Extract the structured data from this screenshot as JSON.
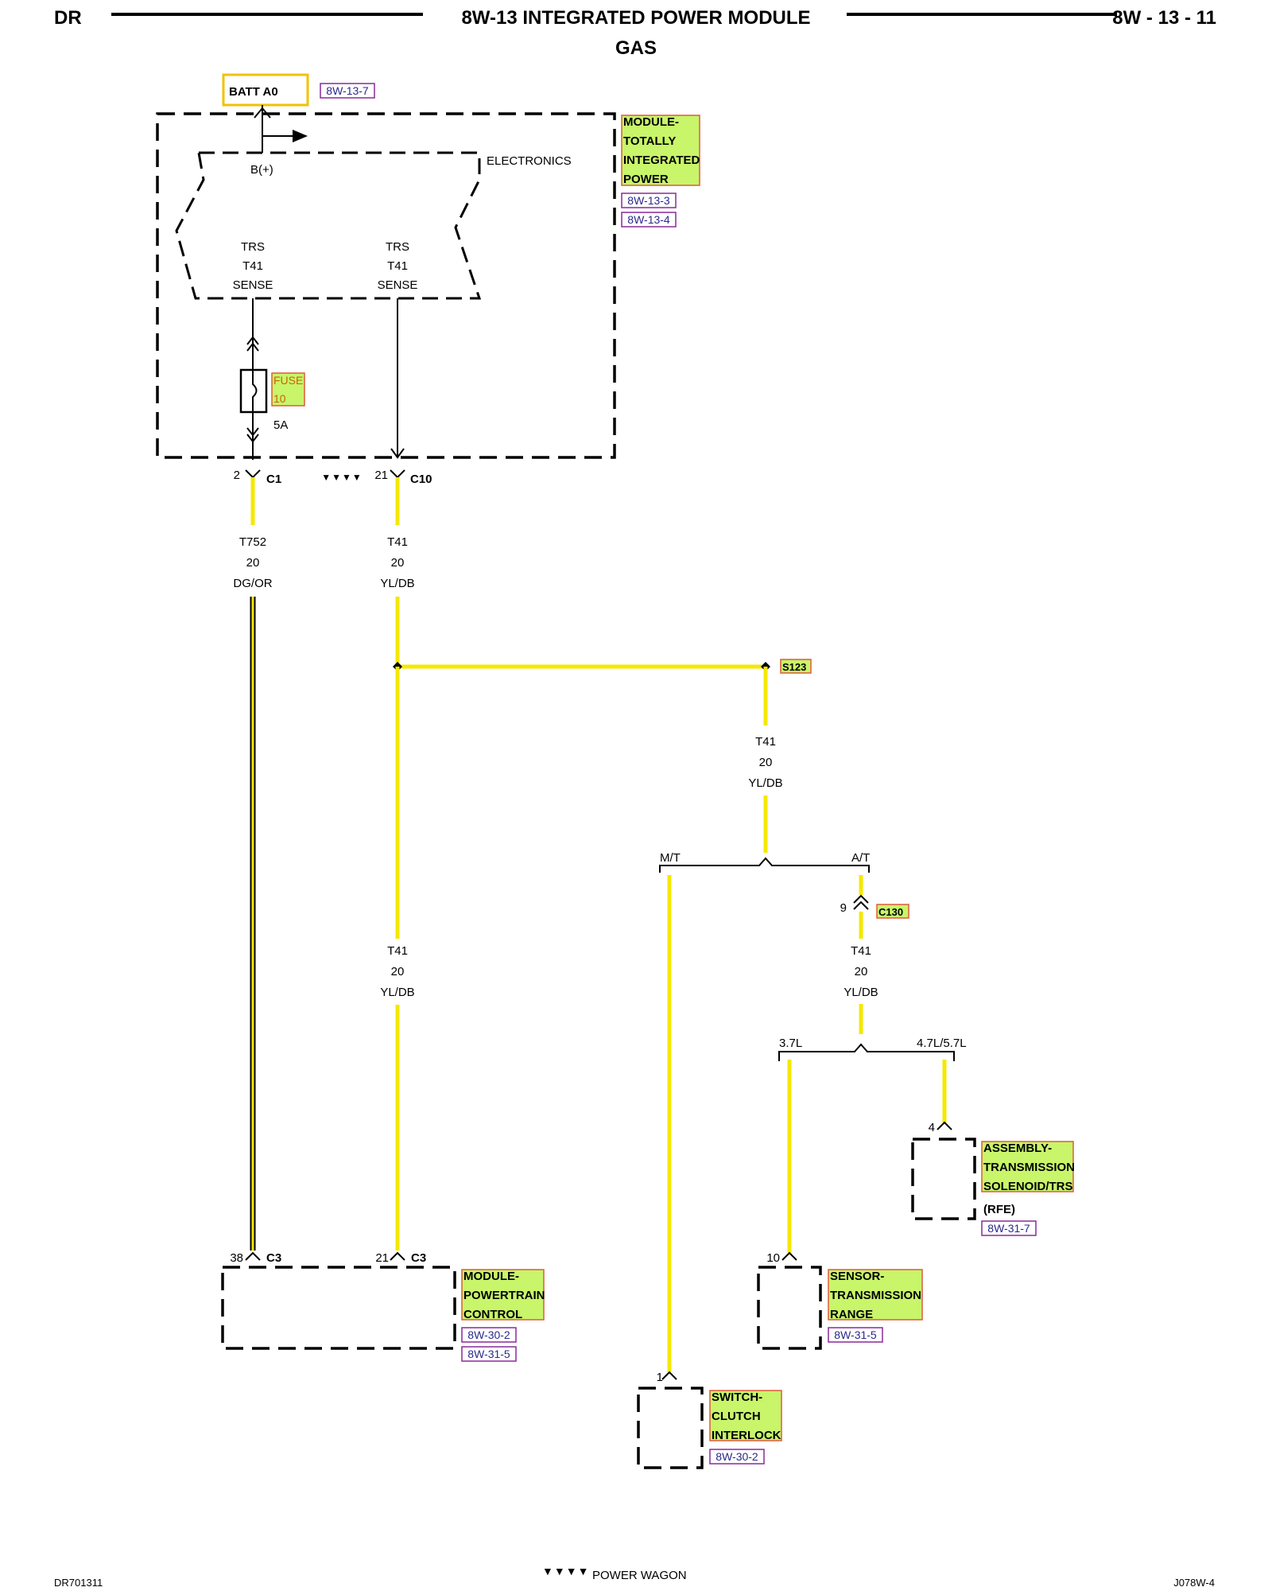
{
  "header": {
    "left": "DR",
    "title": "8W-13 INTEGRATED POWER MODULE",
    "subtitle": "GAS",
    "page": "8W - 13 - 11"
  },
  "source": {
    "name": "BATT A0",
    "ref": "8W-13-7"
  },
  "module": {
    "electronics": "ELECTRONICS",
    "bplus": "B(+)",
    "label_lines": [
      "MODULE-",
      "TOTALLY",
      "INTEGRATED",
      "POWER"
    ],
    "refs": [
      "8W-13-3",
      "8W-13-4"
    ],
    "trs_left": [
      "TRS",
      "T41",
      "SENSE"
    ],
    "trs_right": [
      "TRS",
      "T41",
      "SENSE"
    ],
    "fuse_lines": [
      "FUSE",
      "10"
    ],
    "fuse_rating": "5A"
  },
  "connectors": {
    "c1_pin": "2",
    "c1": "C1",
    "c10_pin": "21",
    "c10": "C10",
    "c130_pin": "9",
    "c130": "C130",
    "c3_left_pin": "38",
    "c3_left": "C3",
    "c3_right_pin": "21",
    "c3_right": "C3"
  },
  "wires": {
    "t752": [
      "T752",
      "20",
      "DG/OR"
    ],
    "t41_top": [
      "T41",
      "20",
      "YL/DB"
    ],
    "t41_splice": [
      "T41",
      "20",
      "YL/DB"
    ],
    "t41_mid": [
      "T41",
      "20",
      "YL/DB"
    ],
    "t41_at": [
      "T41",
      "20",
      "YL/DB"
    ]
  },
  "splice": "S123",
  "branches": {
    "mt": "M/T",
    "at": "A/T",
    "e37": "3.7L",
    "e47": "4.7L/5.7L"
  },
  "components": {
    "pcm": {
      "lines": [
        "MODULE-",
        "POWERTRAIN",
        "CONTROL"
      ],
      "refs": [
        "8W-30-2",
        "8W-31-5"
      ]
    },
    "solenoid": {
      "pin": "4",
      "lines": [
        "ASSEMBLY-",
        "TRANSMISSION",
        "SOLENOID/TRS"
      ],
      "note": "(RFE)",
      "ref": "8W-31-7"
    },
    "sensor": {
      "pin": "10",
      "lines": [
        "SENSOR-",
        "TRANSMISSION",
        "RANGE"
      ],
      "ref": "8W-31-5"
    },
    "switch": {
      "pin": "1",
      "lines": [
        "SWITCH-",
        "CLUTCH",
        "INTERLOCK"
      ],
      "ref": "8W-30-2"
    }
  },
  "footer": {
    "left": "DR701311",
    "legend_symbol": "▼▼▼▼",
    "legend": "POWER WAGON",
    "right": "J078W-4"
  },
  "marker": "▼▼▼▼"
}
